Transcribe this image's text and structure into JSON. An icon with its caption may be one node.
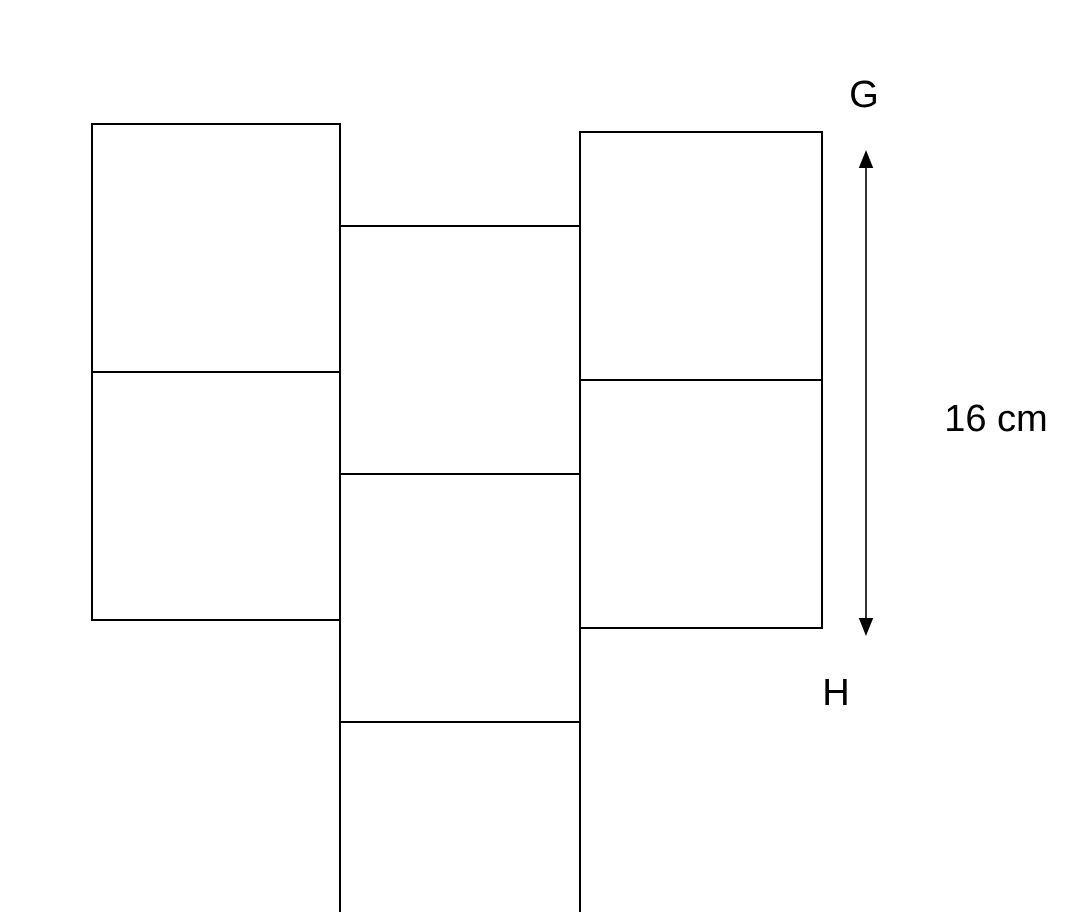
{
  "diagram": {
    "nodes": [
      {
        "text": [],
        "shape": "box"
      },
      {
        "text": [],
        "shape": "box"
      },
      {
        "text": [],
        "shape": "box"
      },
      {
        "text": [],
        "shape": "box"
      },
      {
        "text": [],
        "shape": "box"
      },
      {
        "text": [],
        "shape": "box"
      },
      {
        "text": [],
        "shape": "box"
      }
    ],
    "labels": [
      "G",
      "16 cm",
      "H"
    ]
  }
}
